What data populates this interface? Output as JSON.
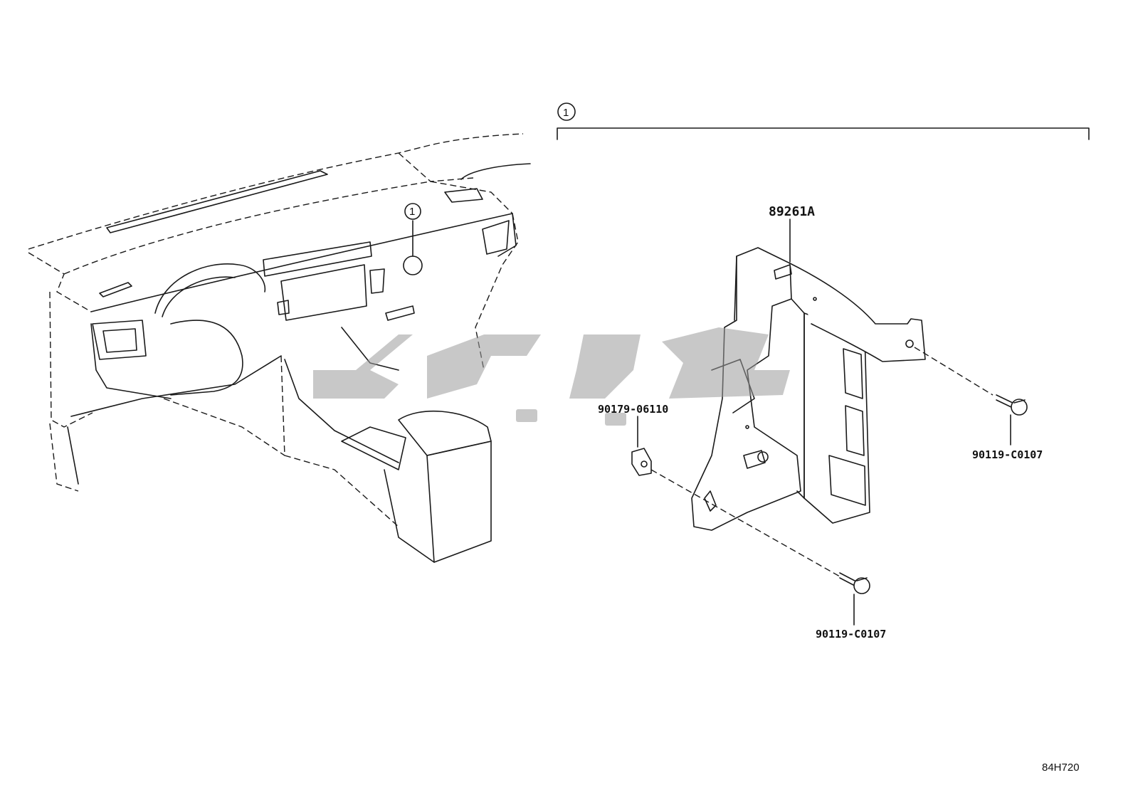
{
  "diagram": {
    "callout_number": "1",
    "parts": {
      "main_unit": "89261A",
      "nut": "90179-06110",
      "bolt_upper": "90119-C0107",
      "bolt_lower": "90119-C0107"
    },
    "figure_code": "84H720"
  }
}
